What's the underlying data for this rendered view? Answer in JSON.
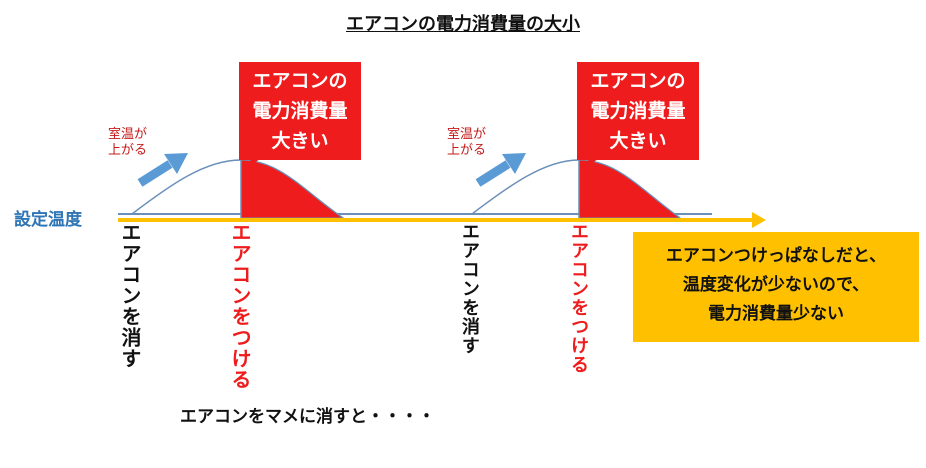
{
  "title": "エアコンの電力消費量の大小",
  "left_label": "設定温度",
  "cycles": [
    {
      "rise_label": [
        "室温が",
        "上がる"
      ],
      "callout": [
        "エアコンの",
        "電力消費量",
        "大きい"
      ],
      "off_label": "エアコンを消す",
      "on_label": "エアコンをつける"
    },
    {
      "rise_label": [
        "室温が",
        "上がる"
      ],
      "callout": [
        "エアコンの",
        "電力消費量",
        "大きい"
      ],
      "off_label": "エアコンを消す",
      "on_label": "エアコンをつける"
    }
  ],
  "note": [
    "エアコンつけっぱなしだと、",
    "温度変化が少ないので、",
    "電力消費量少ない"
  ],
  "footer": "エアコンをマメに消すと・・・・",
  "colors": {
    "accent_red": "#ee1c1c",
    "baseline_blue": "#6a8fb8",
    "arrow_blue": "#5b9bd5",
    "timeline_orange": "#ffc000",
    "label_blue": "#2e75b6"
  }
}
